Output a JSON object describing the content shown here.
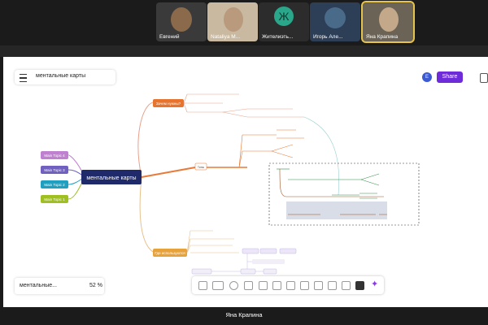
{
  "participants": [
    {
      "name": "Евгений"
    },
    {
      "name": "Nataliya M..."
    },
    {
      "name": "Жителиэть..."
    },
    {
      "name": "Игорь Але..."
    },
    {
      "name": "Яна Крапина"
    }
  ],
  "avatar_letter": "Ж",
  "board": {
    "title": "ментальные карты",
    "share_label": "Share",
    "user_initial": "E",
    "zoom_board_name": "ментальные...",
    "zoom_level": "52 %"
  },
  "mindmap": {
    "center": "ментальные карты",
    "main_topics": [
      "Main Topic 4",
      "Main Topic 3",
      "Main Topic 2",
      "Main Topic 1"
    ],
    "branch_top": "Зачем нужны?",
    "branch_bottom": "Где используются",
    "branch_mid": "Типы"
  },
  "speaker_name": "Яна Крапина",
  "colors": {
    "share": "#6e2bd9",
    "center": "#1f2a6b",
    "orange": "#e8732c",
    "active_tile": "#e6c34a"
  }
}
